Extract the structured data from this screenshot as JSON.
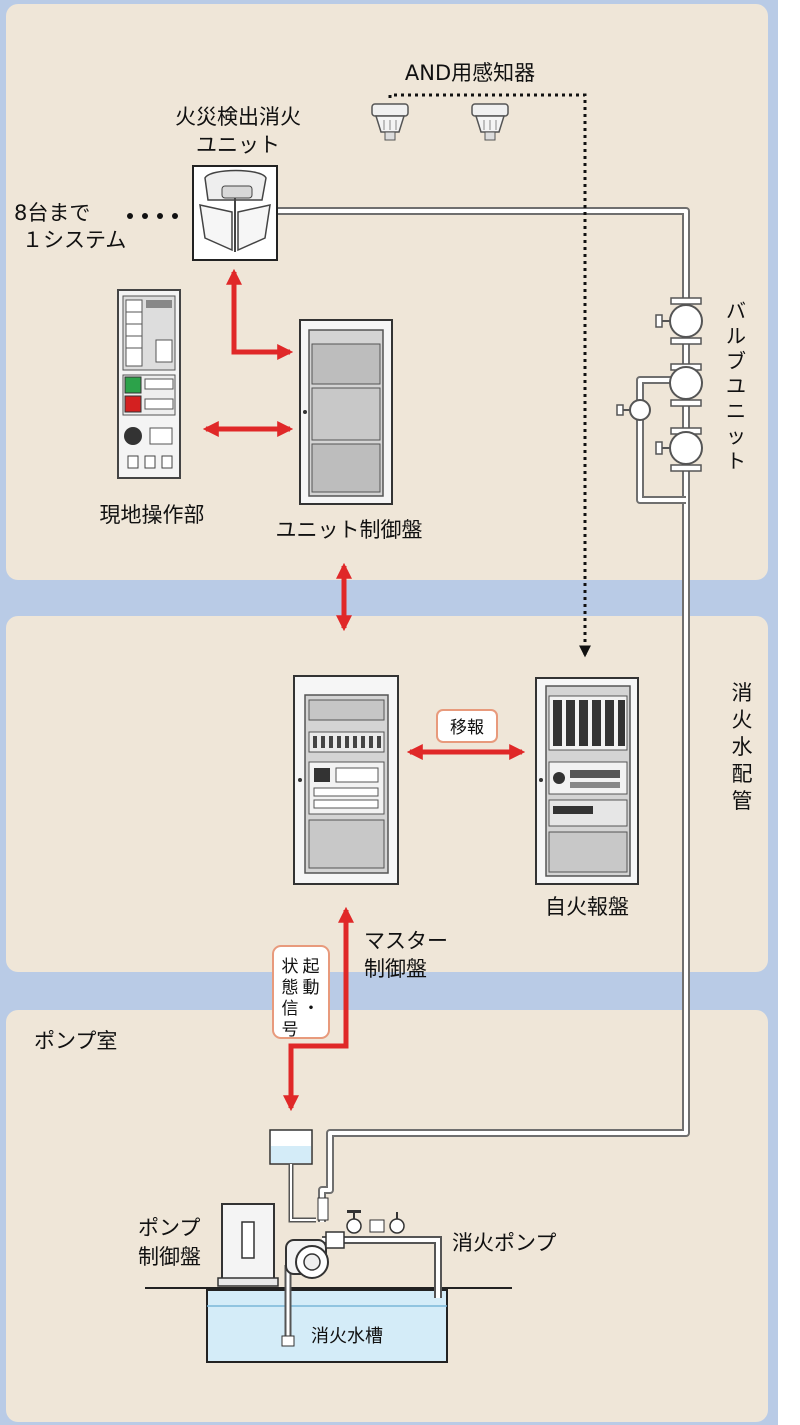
{
  "labels": {
    "and_detector": "AND用感知器",
    "detection_unit_line1": "火災検出消火",
    "detection_unit_line2": "ユニット",
    "system_limit_line1": "8台まで",
    "system_limit_line2": "１システム",
    "valve_unit": "バルブユニット",
    "local_panel": "現地操作部",
    "unit_control_panel": "ユニット制御盤",
    "transfer": "移報",
    "fire_alarm_panel": "自火報盤",
    "master_line1": "マスター",
    "master_line2": "制御盤",
    "fire_water_pipe": "消火水配管",
    "start_status_col1": "起動・",
    "start_status_col2": "状態信号",
    "pump_room": "ポンプ室",
    "pump_panel_line1": "ポンプ",
    "pump_panel_line2": "制御盤",
    "fire_pump": "消火ポンプ",
    "water_tank": "消火水槽"
  },
  "colors": {
    "outer_band": "#b9cbe6",
    "panel": "#efe6d8",
    "signal_arrow": "#e02828",
    "tag_border": "#e89a7c",
    "pipe": "#6f6f6f",
    "water": "#d4ecf8",
    "cabinet": "#f6f6f6"
  }
}
